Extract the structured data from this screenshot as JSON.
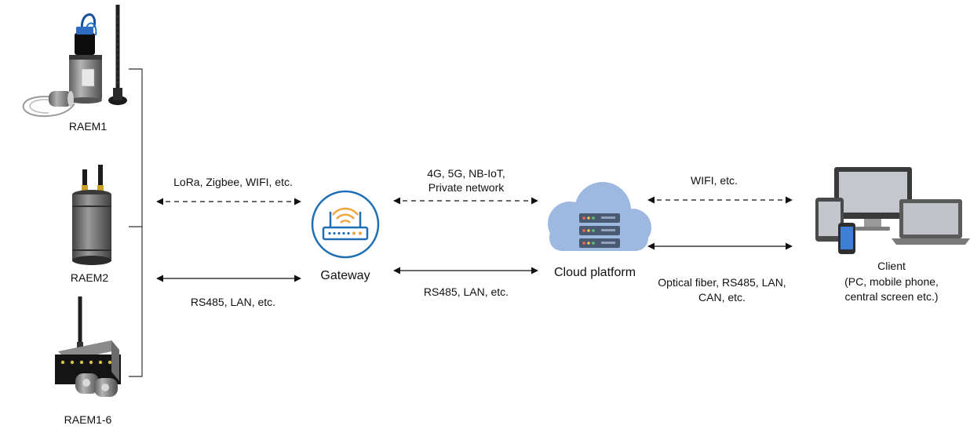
{
  "devices": {
    "raem1": "RAEM1",
    "raem2": "RAEM2",
    "raem16": "RAEM1-6"
  },
  "links": {
    "device_gateway_wireless": "LoRa, Zigbee, WIFI, etc.",
    "device_gateway_wired": "RS485, LAN, etc.",
    "gateway_cloud_wireless_line1": "4G, 5G, NB-IoT,",
    "gateway_cloud_wireless_line2": "Private network",
    "gateway_cloud_wired": "RS485, LAN, etc.",
    "cloud_client_wireless": "WIFI, etc.",
    "cloud_client_wired_line1": "Optical fiber, RS485, LAN,",
    "cloud_client_wired_line2": "CAN, etc."
  },
  "nodes": {
    "gateway": "Gateway",
    "cloud": "Cloud platform",
    "client_line1": "Client",
    "client_line2": "(PC, mobile phone,",
    "client_line3": "central screen etc.)"
  },
  "colors": {
    "gateway_ring": "#1f6fb5",
    "cloud": "#9db9e0",
    "server_body": "#4a5a70",
    "wifi_orange": "#f2a33a",
    "device_metal": "#8a8a8a",
    "antenna": "#222222",
    "monitor_frame": "#3a3a3a",
    "screen_gray": "#b8bcc2"
  }
}
